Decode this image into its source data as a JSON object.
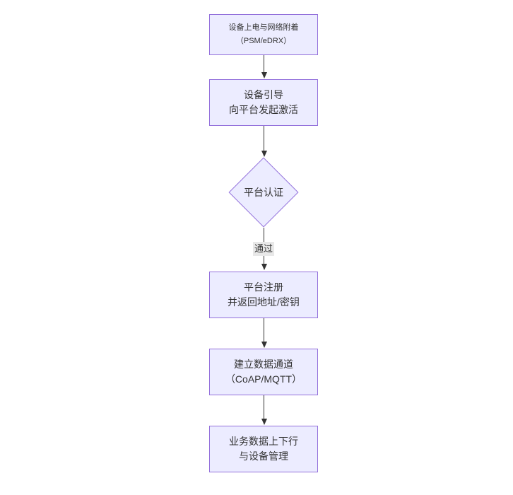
{
  "diagram": {
    "type": "flowchart-vertical",
    "colors": {
      "background": "#ffffff",
      "node_fill": "#ececff",
      "node_border": "#9370db",
      "edge_line": "#333333",
      "text": "#333333",
      "edge_label_bg": "#e8e8e8"
    },
    "nodes": [
      {
        "shape": "rect",
        "line1": "设备上电与网络附着",
        "line2": "（PSM/eDRX）"
      },
      {
        "shape": "rect",
        "line1": "设备引导",
        "line2": "向平台发起激活"
      },
      {
        "shape": "diamond",
        "line1": "平台认证"
      },
      {
        "shape": "rect",
        "line1": "平台注册",
        "line2": "并返回地址/密钥"
      },
      {
        "shape": "rect",
        "line1": "建立数据通道",
        "line2": "（CoAP/MQTT）"
      },
      {
        "shape": "rect",
        "line1": "业务数据上下行",
        "line2": "与设备管理"
      }
    ],
    "edge_label": "通过"
  }
}
